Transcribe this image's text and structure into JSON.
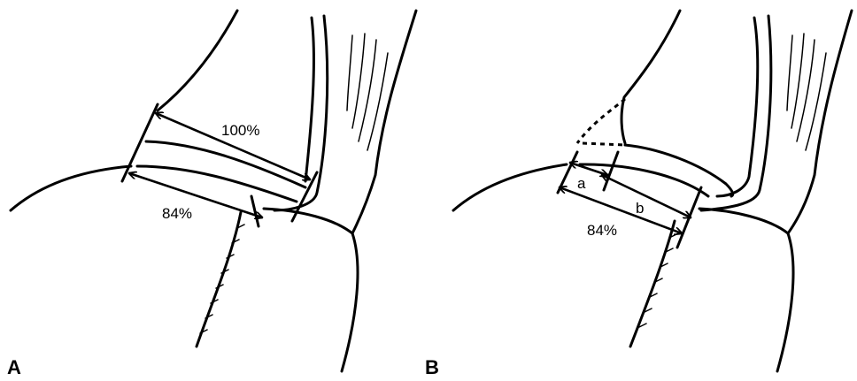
{
  "panels": [
    {
      "id": "A",
      "letter": "A",
      "measurements": {
        "upper": "100%",
        "lower": "84%"
      }
    },
    {
      "id": "B",
      "letter": "B",
      "measurements": {
        "segment_a": "a",
        "segment_b": "b",
        "lower": "84%"
      }
    }
  ]
}
